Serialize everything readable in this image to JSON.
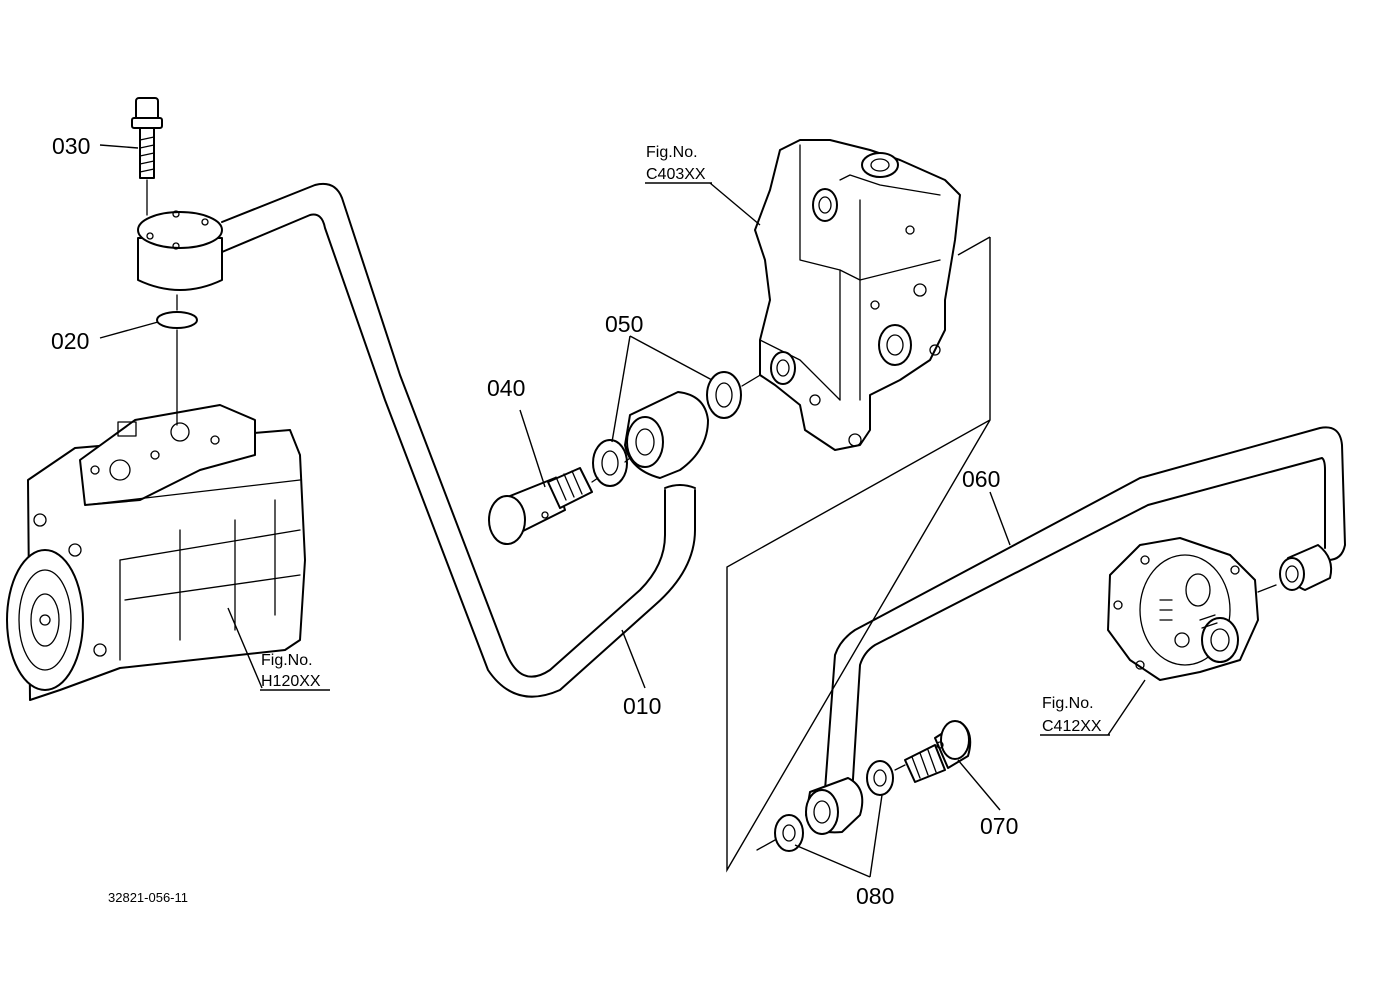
{
  "parts": [
    {
      "id": "p010",
      "label": "010"
    },
    {
      "id": "p020",
      "label": "020"
    },
    {
      "id": "p030",
      "label": "030"
    },
    {
      "id": "p040",
      "label": "040"
    },
    {
      "id": "p050",
      "label": "050"
    },
    {
      "id": "p060",
      "label": "060"
    },
    {
      "id": "p070",
      "label": "070"
    },
    {
      "id": "p080",
      "label": "080"
    }
  ],
  "figure_refs": [
    {
      "line1": "Fig.No.",
      "line2": "C403XX"
    },
    {
      "line1": "Fig.No.",
      "line2": "H120XX"
    },
    {
      "line1": "Fig.No.",
      "line2": "C412XX"
    }
  ],
  "drawing_number": "32821-056-11"
}
